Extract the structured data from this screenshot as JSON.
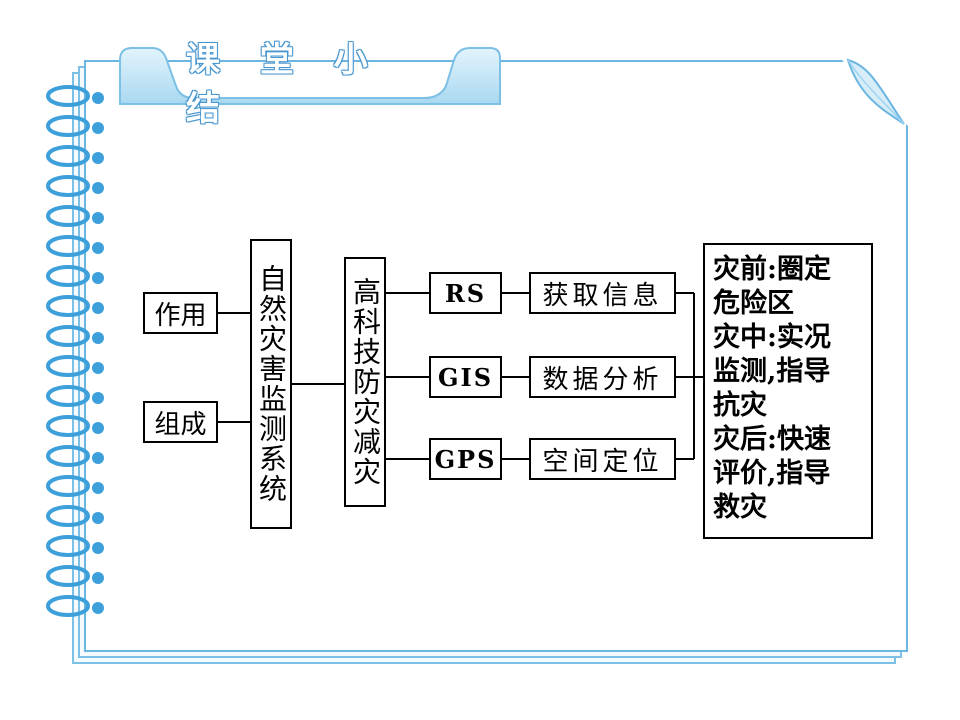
{
  "title": "课 堂 小 结",
  "diagram": {
    "left_nodes": [
      {
        "id": "role",
        "label": "作用"
      },
      {
        "id": "composition",
        "label": "组成"
      }
    ],
    "system_label": "自然灾害监测系统",
    "tech_label": "高科技防灾减灾",
    "techs": [
      {
        "id": "rs",
        "label": "RS",
        "function": "获取信息"
      },
      {
        "id": "gis",
        "label": "GIS",
        "function": "数据分析"
      },
      {
        "id": "gps",
        "label": "GPS",
        "function": "空间定位"
      }
    ],
    "notes": [
      "灾前:圈定",
      "危险区",
      "灾中:实况",
      "监测,指导",
      "抗灾",
      "灾后:快速",
      "评价,指导",
      "救灾"
    ]
  },
  "colors": {
    "page_border": "#6cb6e2",
    "tab_fill": "#bfe3f6",
    "spiral": "#3ea0da"
  }
}
